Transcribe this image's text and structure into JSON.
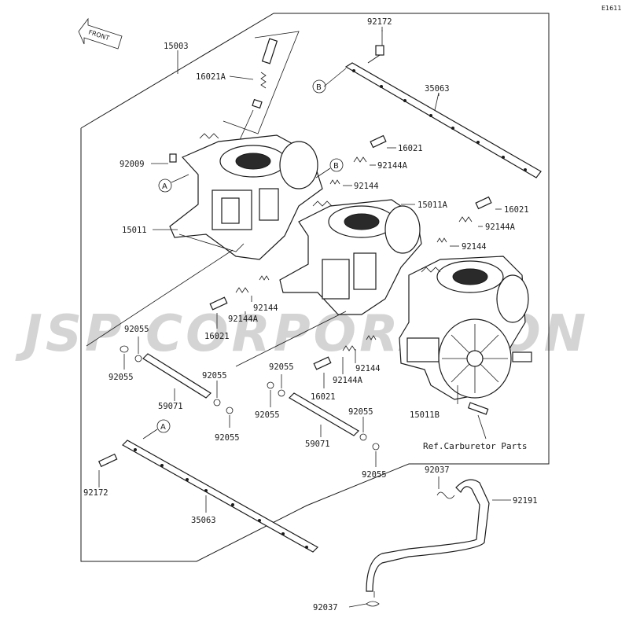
{
  "diagram": {
    "code": "E1611",
    "front_label": "FRONT",
    "watermark": "JSP CORPORATION",
    "ref_note": "Ref.Carburetor Parts",
    "markers": {
      "a": "A",
      "b": "B"
    },
    "labels": {
      "p92172_top": "92172",
      "p15003": "15003",
      "p16021A": "16021A",
      "p35063_top": "35063",
      "p92009": "92009",
      "p16021_a": "16021",
      "p92144A_a": "92144A",
      "p92144_a": "92144",
      "p15011A": "15011A",
      "p16021_b": "16021",
      "p92144A_b": "92144A",
      "p92144_b": "92144",
      "p15011": "15011",
      "p92144_c": "92144",
      "p92144A_c": "92144A",
      "p16021_c": "16021",
      "p92055_a": "92055",
      "p92055_b": "92055",
      "p92055_c": "92055",
      "p92055_d": "92055",
      "p92055_e": "92055",
      "p92055_f": "92055",
      "p92055_g": "92055",
      "p92055_h": "92055",
      "p92144_d": "92144",
      "p92144A_d": "92144A",
      "p16021_d": "16021",
      "p15011B": "15011B",
      "p59071_a": "59071",
      "p59071_b": "59071",
      "p92172_bottom": "92172",
      "p35063_bottom": "35063",
      "p92037_a": "92037",
      "p92191": "92191",
      "p92037_b": "92037"
    }
  }
}
